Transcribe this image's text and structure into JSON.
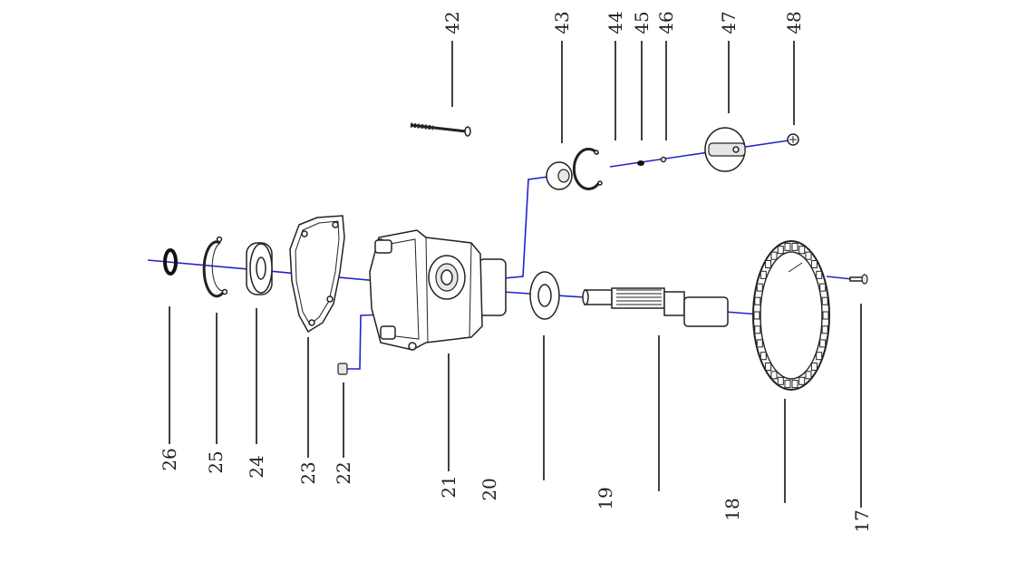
{
  "diagram": {
    "labels": {
      "p17": "17",
      "p18": "18",
      "p19": "19",
      "p20": "20",
      "p21": "21",
      "p22": "22",
      "p23": "23",
      "p24": "24",
      "p25": "25",
      "p26": "26",
      "p42": "42",
      "p43": "43",
      "p44": "44",
      "p45": "45",
      "p46": "46",
      "p47": "47",
      "p48": "48"
    },
    "colors": {
      "axis_line": "#2222cc",
      "outline": "#222222"
    }
  }
}
